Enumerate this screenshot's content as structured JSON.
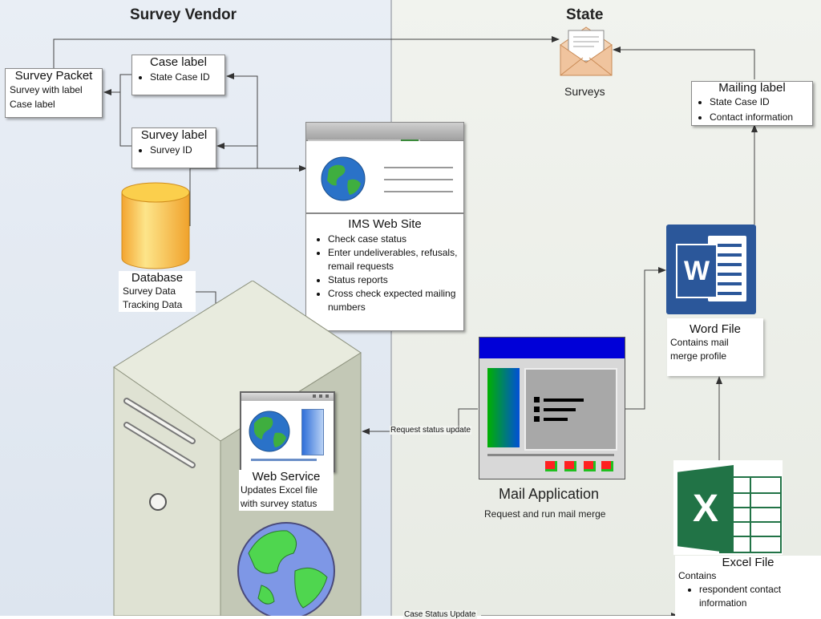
{
  "lanes": {
    "left_title": "Survey Vendor",
    "right_title": "State"
  },
  "survey_packet": {
    "title": "Survey Packet",
    "lines": [
      "Survey with label",
      "Case label"
    ]
  },
  "case_label": {
    "title": "Case label",
    "items": [
      "State Case ID"
    ]
  },
  "survey_label": {
    "title": "Survey label",
    "items": [
      "Survey ID"
    ]
  },
  "database": {
    "title": "Database",
    "lines": [
      "Survey Data",
      "Tracking Data"
    ]
  },
  "ims_site": {
    "title": "IMS Web Site",
    "items": [
      "Check case status",
      "Enter undeliverables, refusals, remail requests",
      "Status reports",
      "Cross check expected mailing numbers"
    ]
  },
  "web_service": {
    "title": "Web Service",
    "lines": [
      "Updates Excel file",
      "with survey status"
    ]
  },
  "surveys": {
    "label": "Surveys"
  },
  "mailing_label": {
    "title": "Mailing label",
    "items": [
      "State Case ID",
      "Contact information"
    ]
  },
  "word_file": {
    "title": "Word File",
    "lines": [
      "Contains mail",
      "merge profile"
    ],
    "icon_letter": "W"
  },
  "mail_app": {
    "title": "Mail Application",
    "subtitle": "Request and run  mail merge"
  },
  "excel_file": {
    "title": "Excel File",
    "lead": "Contains",
    "items": [
      "respondent contact information"
    ],
    "icon_letter": "X"
  },
  "arrows": {
    "request_status": "Request status update",
    "case_status": "Case Status Update"
  },
  "colors": {
    "word_blue": "#2b579a",
    "excel_green": "#217346",
    "app_titlebar": "#0000d8",
    "database_yellow": "#f7c433"
  }
}
